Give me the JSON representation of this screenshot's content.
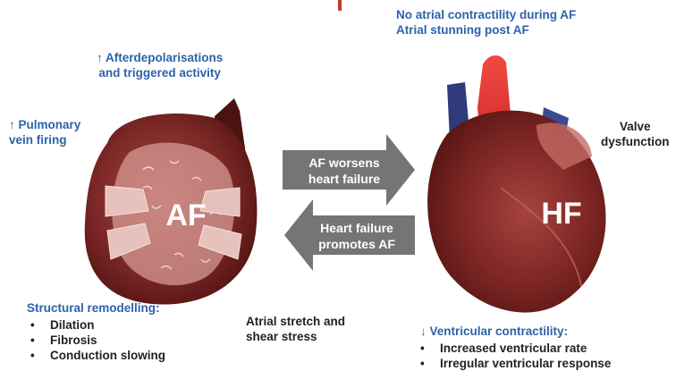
{
  "colors": {
    "label_blue": "#2f62a9",
    "text_dark": "#222222",
    "arrow_grey": "#757575",
    "heart_dark": "#6e1f1e",
    "heart_mid": "#9b3b38",
    "aorta_red": "#e03030",
    "vessel_blue": "#2e3a7a"
  },
  "labels": {
    "top_right": [
      "No atrial contractility during AF",
      "Atrial stunning post AF"
    ],
    "after_depol": [
      "↑ Afterdepolarisations",
      "and triggered activity"
    ],
    "pulmonary": [
      "↑ Pulmonary",
      "vein firing"
    ],
    "valve": [
      "Valve",
      "dysfunction"
    ],
    "structural_title": "Structural remodelling:",
    "structural_items": [
      "Dilation",
      "Fibrosis",
      "Conduction slowing"
    ],
    "atrial_stretch": [
      "Atrial stretch and",
      "shear stress"
    ],
    "ventricular_title": "↓ Ventricular contractility:",
    "ventricular_items": [
      "Increased ventricular rate",
      "Irregular ventricular response"
    ],
    "af": "AF",
    "hf": "HF"
  },
  "arrows": {
    "right": [
      "AF worsens",
      "heart failure"
    ],
    "left": [
      "Heart failure",
      "promotes AF"
    ]
  },
  "icons": [
    "up-arrow-icon",
    "down-arrow-icon",
    "right-arrow-icon",
    "left-arrow-icon"
  ]
}
